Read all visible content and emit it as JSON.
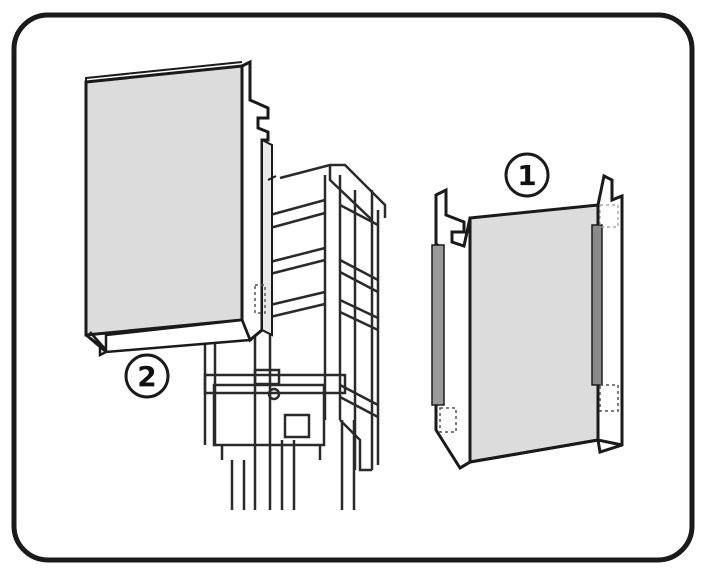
{
  "diagram": {
    "callouts": [
      {
        "id": "one",
        "label": "1"
      },
      {
        "id": "two",
        "label": "2"
      }
    ],
    "colors": {
      "frame_stroke": "#1a1a1a",
      "panel_fill": "#dcdcdc",
      "line": "#2a2a2a",
      "background": "#ffffff"
    }
  }
}
